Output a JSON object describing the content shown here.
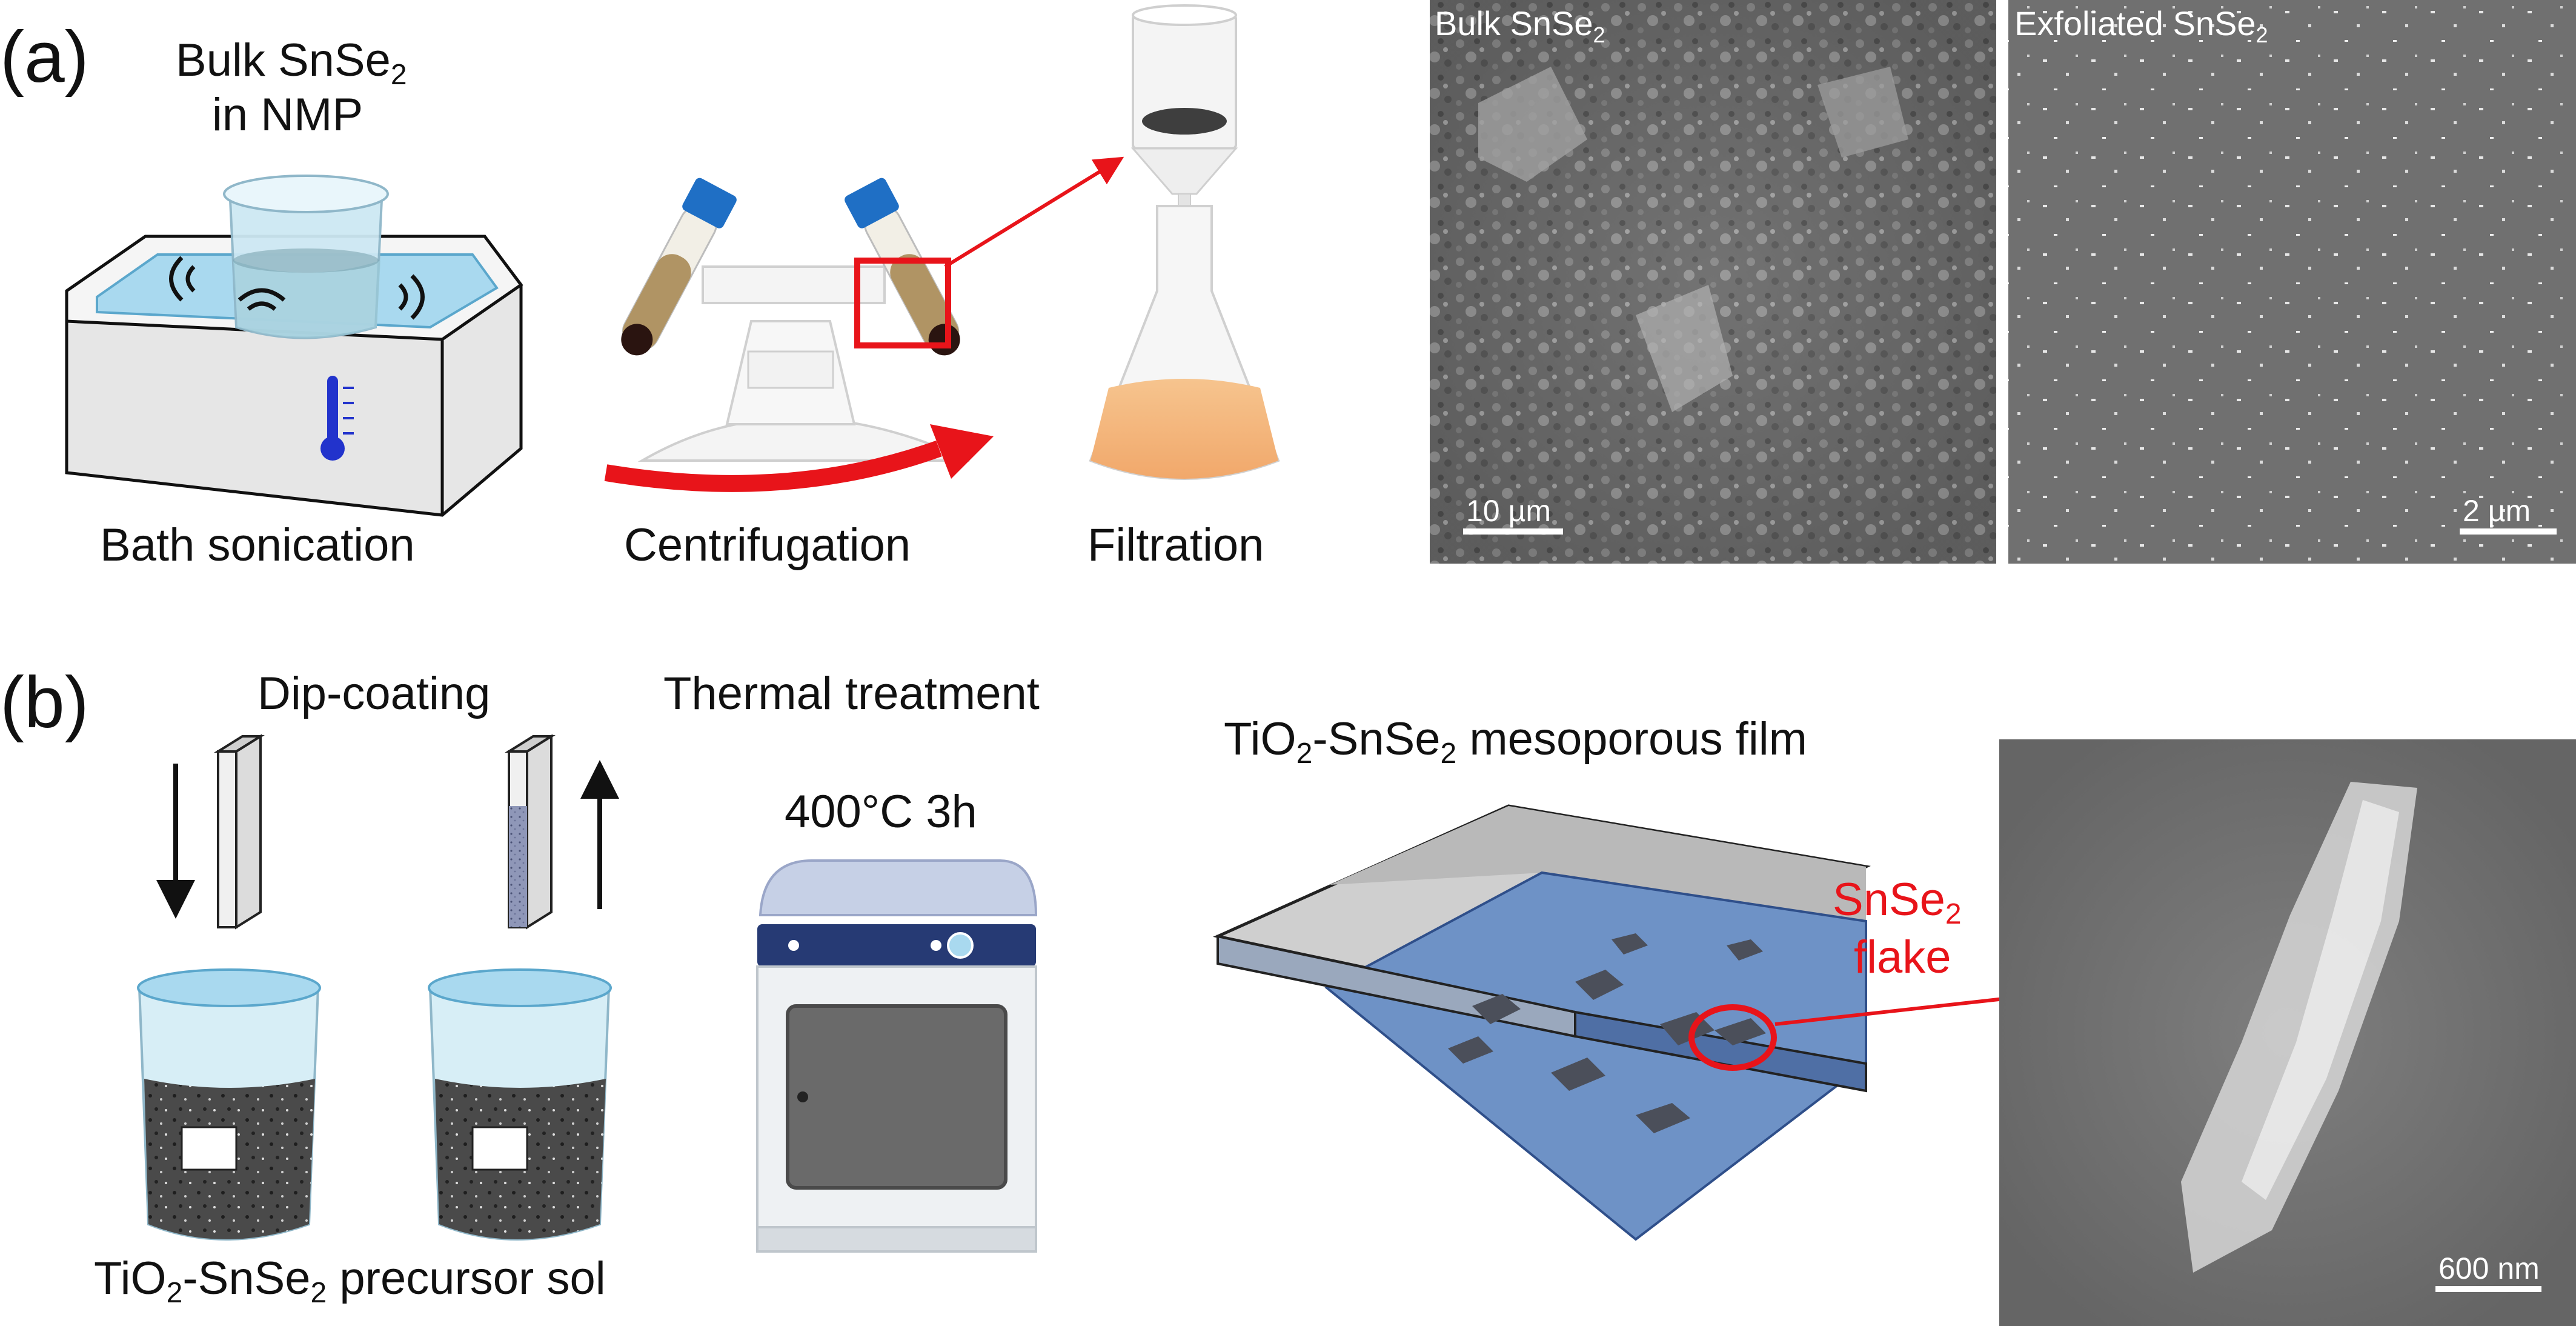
{
  "panel_a": {
    "label": "(a)",
    "bulk_line1_main": "Bulk SnSe",
    "bulk_line1_sub": "2",
    "bulk_line2": "in NMP",
    "step_sonication": "Bath sonication",
    "step_centrifugation": "Centrifugation",
    "step_filtration": "Filtration",
    "sem_bulk_main": "Bulk SnSe",
    "sem_bulk_sub": "2",
    "sem_bulk_scale": "10 µm",
    "sem_exf_main": "Exfoliated SnSe",
    "sem_exf_sub": "2",
    "sem_exf_scale": "2 µm"
  },
  "panel_b": {
    "label": "(b)",
    "dip_coating": "Dip-coating",
    "thermal_treatment": "Thermal treatment",
    "thermal_condition": "400°C 3h",
    "precursor_a": "TiO",
    "precursor_a_sub": "2",
    "precursor_b": "-SnSe",
    "precursor_b_sub": "2",
    "precursor_c": " precursor sol",
    "film_a": "TiO",
    "film_a_sub": "2",
    "film_b": "-SnSe",
    "film_b_sub": "2",
    "film_c": " mesoporous film",
    "flake_main": "SnSe",
    "flake_sub": "2",
    "flake_line2": "flake",
    "sem_scale": "600 nm"
  },
  "colors": {
    "red": "#e8141a",
    "water_blue": "#a9d9ef",
    "film_blue": "#6e92c6",
    "sem_gray": "#6c6c6c"
  }
}
